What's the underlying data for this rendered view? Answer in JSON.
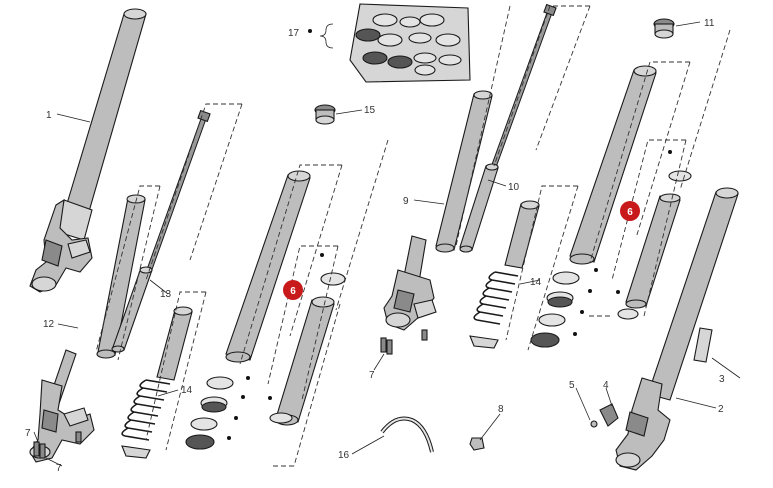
{
  "callouts": {
    "c1": "1",
    "c2": "2",
    "c3": "3",
    "c4": "4",
    "c5": "5",
    "c6a": "6",
    "c6b": "6",
    "c7a": "7",
    "c7b": "7",
    "c7c": "7",
    "c8": "8",
    "c9": "9",
    "c10": "10",
    "c11": "11",
    "c12": "12",
    "c13": "13",
    "c14a": "14",
    "c14b": "14",
    "c15": "15",
    "c16": "16",
    "c17": "17"
  },
  "colors": {
    "highlight": "#c81a1a",
    "part_fill": "#bdbdbd",
    "outline": "#1a1a1a"
  }
}
